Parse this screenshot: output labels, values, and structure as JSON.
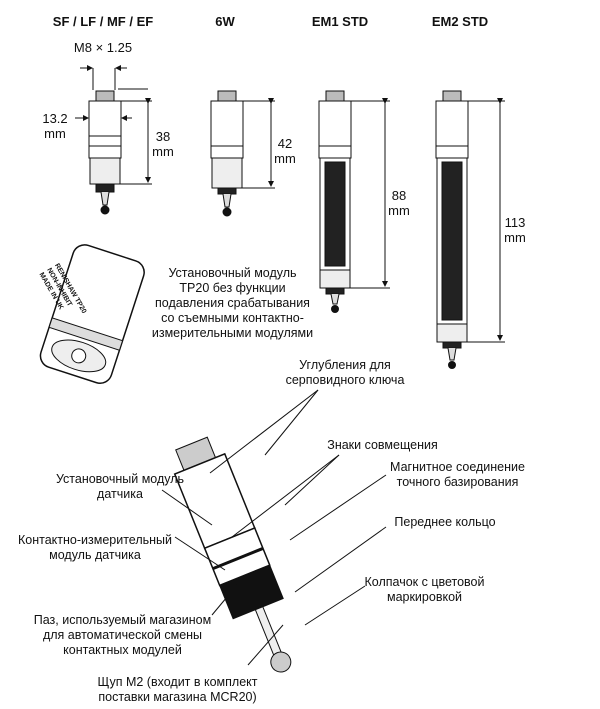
{
  "models": {
    "sf": {
      "title": "SF / LF / MF / EF",
      "thread": "M8 × 1.25",
      "diameter": "13.2",
      "length": "38",
      "unit": "mm"
    },
    "w6": {
      "title": "6W",
      "length": "42",
      "unit": "mm"
    },
    "em1": {
      "title": "EM1 STD",
      "length": "88",
      "unit": "mm"
    },
    "em2": {
      "title": "EM2 STD",
      "length": "113",
      "unit": "mm"
    }
  },
  "module_caption": [
    "Установочный модуль",
    "TP20 без функции",
    "подавления срабатывания",
    "со съемными контактно-",
    "измерительными модулями"
  ],
  "module_marking": [
    "RENISHAW TP20",
    "NON-INHIBIT",
    "MADE IN UK"
  ],
  "callouts": {
    "spanner_flats": [
      "Углубления для",
      "серповидного ключа"
    ],
    "alignment_marks": [
      "Знаки совмещения"
    ],
    "magnetic_joint": [
      "Магнитное соединение",
      "точного базирования"
    ],
    "front_ring": [
      "Переднее кольцо"
    ],
    "color_cap": [
      "Колпачок с цветовой",
      "маркировкой"
    ],
    "probe_body": [
      "Установочный модуль",
      "датчика"
    ],
    "stylus_module": [
      "Контактно-измерительный",
      "модуль датчика"
    ],
    "groove": [
      "Паз, используемый магазином",
      "для автоматической смены",
      "контактных модулей"
    ],
    "stylus": [
      "Щуп М2 (входит в комплект",
      "поставки магазина MCR20)"
    ]
  }
}
